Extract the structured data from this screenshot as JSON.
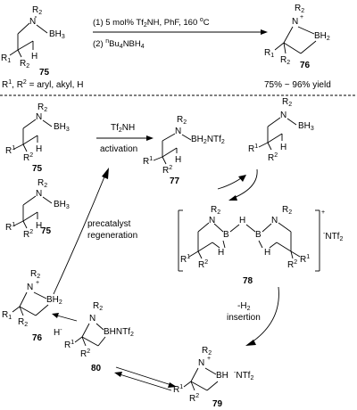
{
  "reaction": {
    "step1": "(1) 5 mol% Tf",
    "step1_sub": "2",
    "step1_rest": "NH, PhF, 160 ",
    "step1_deg": "o",
    "step1_unit": "C",
    "step2_prefix": "(2) ",
    "step2_sup": "n",
    "step2_rest": "Bu",
    "step2_sub4": "4",
    "step2_nbh": "NBH",
    "step2_sub4b": "4",
    "substituents": "R",
    "substituents_1": "1",
    "substituents_mid": ", R",
    "substituents_2": "2",
    "substituents_rest": " = aryl, akyl, H",
    "yield": "75% ~ 96% yield"
  },
  "compounds": {
    "c75": "75",
    "c76": "76",
    "c77": "77",
    "c78": "78",
    "c79": "79",
    "c80": "80"
  },
  "atoms": {
    "N": "N",
    "R": "R",
    "two": "2",
    "one": "1",
    "plus": "+",
    "BH": "BH",
    "BH3": "BH",
    "three": "3",
    "H": "H",
    "B": "B",
    "BH2NTf2": "BH",
    "BHNTf": "BHNTf",
    "NTf": "NTf",
    "minus": "-",
    "Hminus": "H"
  },
  "labels": {
    "tf2nh": "Tf",
    "tf2nh_sub": "2",
    "tf2nh_rest": "NH",
    "activation": "activation",
    "precatalyst": "precatalyst",
    "regeneration": "regeneration",
    "minus_h2": "-H",
    "minus_h2_sub": "2",
    "insertion": "insertion",
    "nt_counter": "NTf",
    "nt_sub": "2",
    "bh2ntf2_tail": "NTf",
    "two_sub": "2"
  }
}
